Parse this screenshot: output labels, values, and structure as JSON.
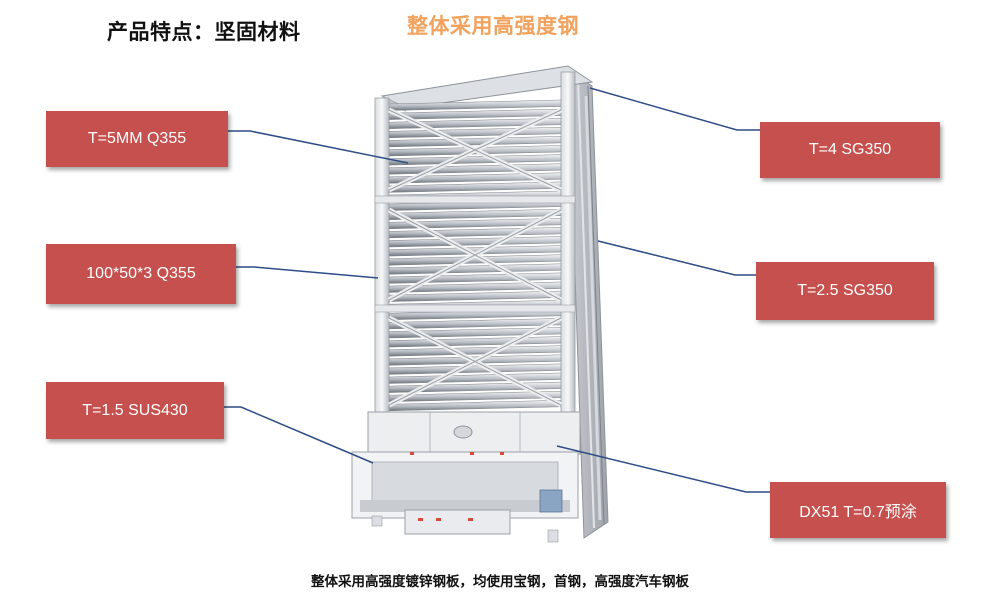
{
  "title": "产品特点：坚固材料",
  "subtitle": "整体采用高强度钢",
  "labels": {
    "top_left": "T=5MM Q355",
    "middle_left": "100*50*3 Q355",
    "bottom_left": "T=1.5 SUS430",
    "top_right": "T=4 SG350",
    "middle_right": "T=2.5 SG350",
    "bottom_right": "DX51 T=0.7预涂"
  },
  "footer": "整体采用高强度镀锌钢板，均使用宝钢，首钢，高强度汽车钢板",
  "colors": {
    "label_bg": "#c5504e",
    "leader_line": "#2e4c86",
    "subtitle": "#f2a25c"
  }
}
